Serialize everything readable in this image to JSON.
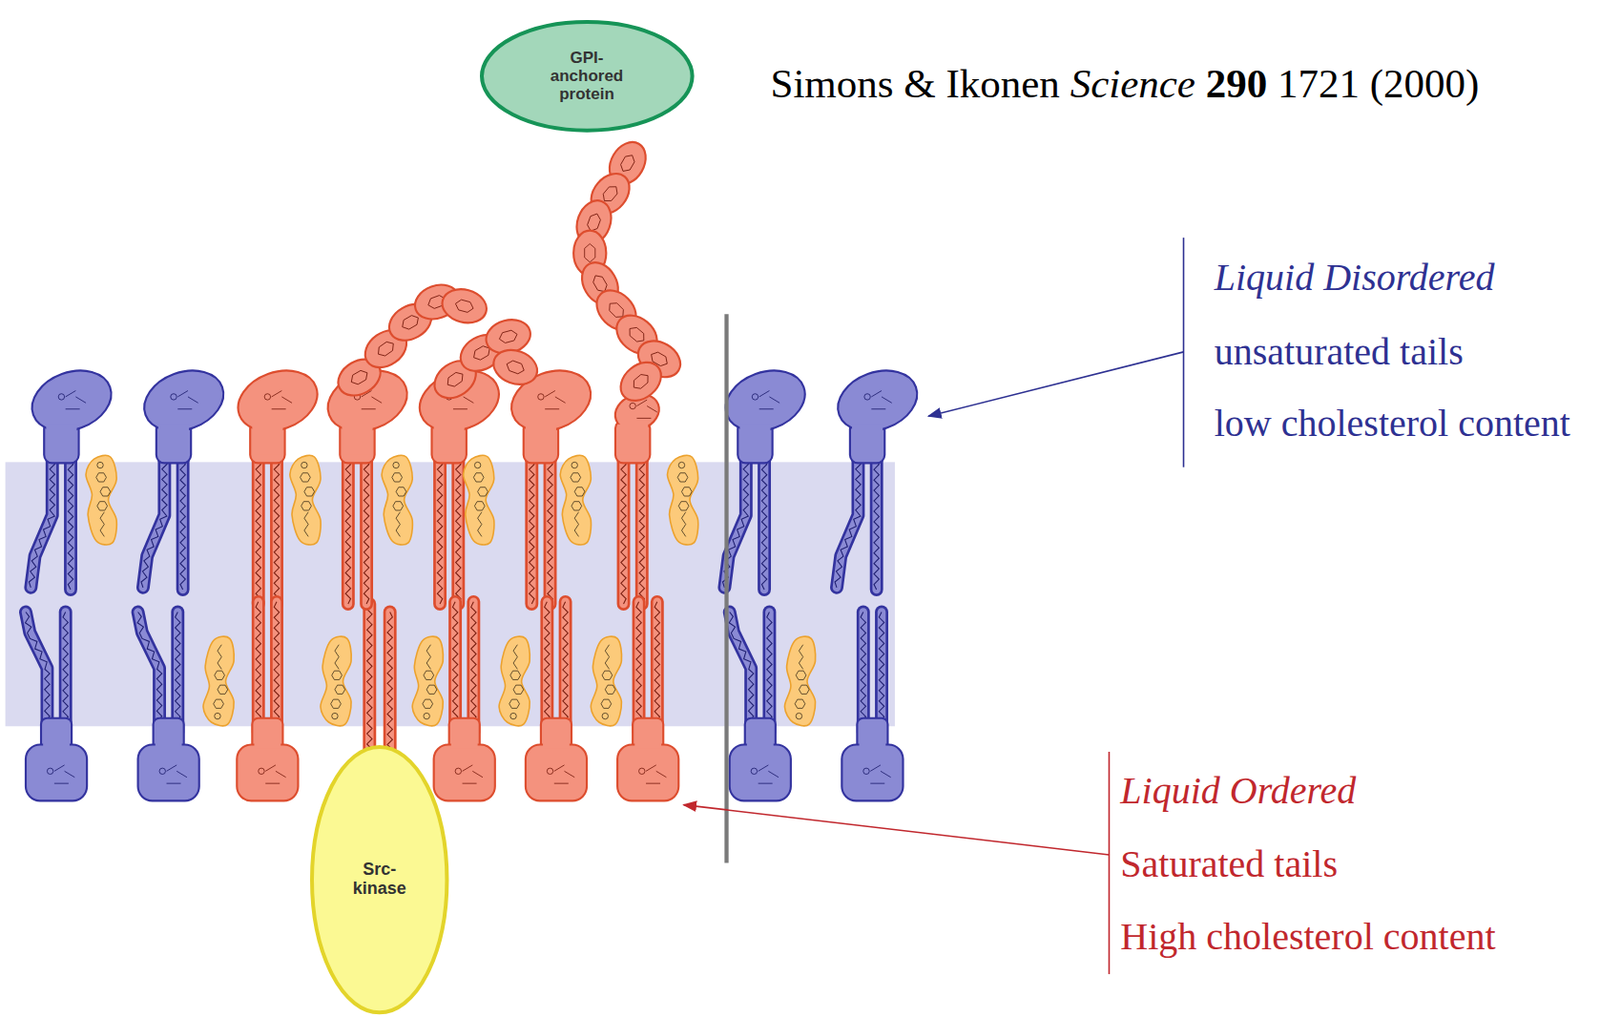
{
  "diagram": {
    "nodes": [
      {
        "text": [
          "GPI- anchored protein"
        ]
      },
      {
        "text": [
          "Src- kinase"
        ]
      }
    ],
    "labels": [
      "Simons & Ikonen",
      "Science",
      "290",
      "1721 (2000)",
      "Liquid Disordered",
      "unsaturated tails",
      "low cholesterol content",
      "Liquid Ordered",
      "Saturated tails",
      "High cholesterol content"
    ]
  }
}
